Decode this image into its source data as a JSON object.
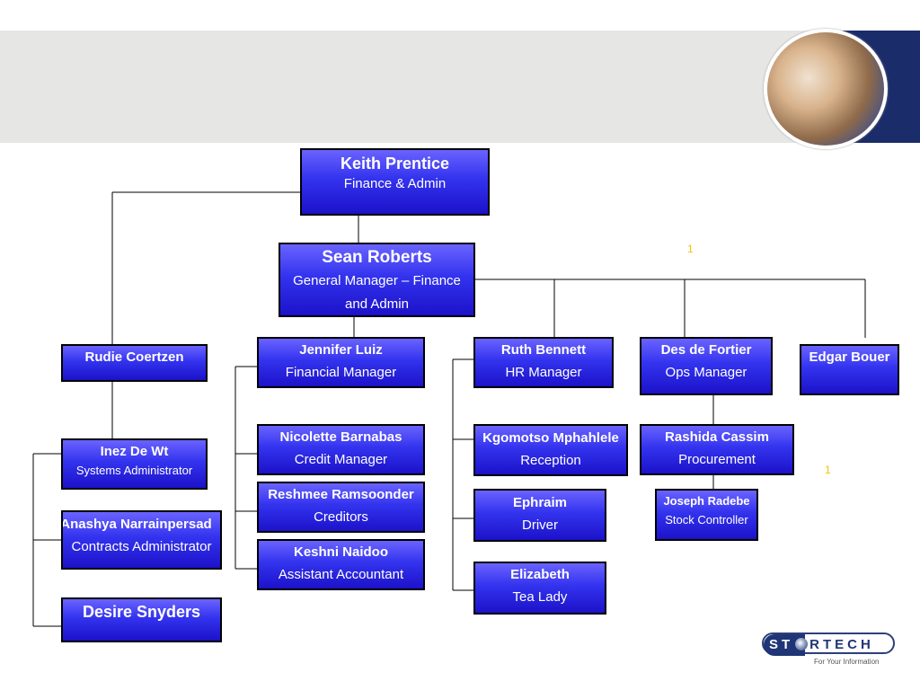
{
  "org_chart": {
    "top": {
      "name": "Keith Prentice",
      "role": "Finance & Admin"
    },
    "gm": {
      "name": "Sean Roberts",
      "role_line1": "General Manager – Finance",
      "role_line2": "and Admin"
    },
    "rudie": {
      "name": "Rudie Coertzen"
    },
    "inez": {
      "name": "Inez De Wt",
      "role": "Systems Administrator"
    },
    "anashya": {
      "name": "Anashya Narrainpersad",
      "role": "Contracts Administrator"
    },
    "desire": {
      "name": "Desire Snyders"
    },
    "jennifer": {
      "name": "Jennifer Luiz",
      "role": "Financial Manager"
    },
    "nicolette": {
      "name": "Nicolette Barnabas",
      "role": "Credit Manager"
    },
    "reshmee": {
      "name": "Reshmee Ramsoonder",
      "role": "Creditors"
    },
    "keshni": {
      "name": "Keshni Naidoo",
      "role": "Assistant Accountant"
    },
    "ruth": {
      "name": "Ruth Bennett",
      "role": "HR Manager"
    },
    "kgomotso": {
      "name": "Kgomotso Mphahlele",
      "role": "Reception"
    },
    "ephraim": {
      "name": "Ephraim",
      "role": "Driver"
    },
    "elizabeth": {
      "name": "Elizabeth",
      "role": "Tea Lady"
    },
    "des": {
      "name": "Des de Fortier",
      "role": "Ops Manager"
    },
    "rashida": {
      "name": "Rashida Cassim",
      "role": "Procurement"
    },
    "joseph": {
      "name": "Joseph Radebe",
      "role": "Stock Controller"
    },
    "edgar": {
      "name": "Edgar Bouer"
    }
  },
  "markers": {
    "m1": "1",
    "m2": "1"
  },
  "logo": {
    "text_a": "ST",
    "text_b": "RTECH",
    "tagline": "For Your Information"
  },
  "colors": {
    "node_top": "#6a63ff",
    "node_bottom": "#1c12c9",
    "header_band": "#e6e6e4",
    "brand_navy": "#1f3576"
  }
}
